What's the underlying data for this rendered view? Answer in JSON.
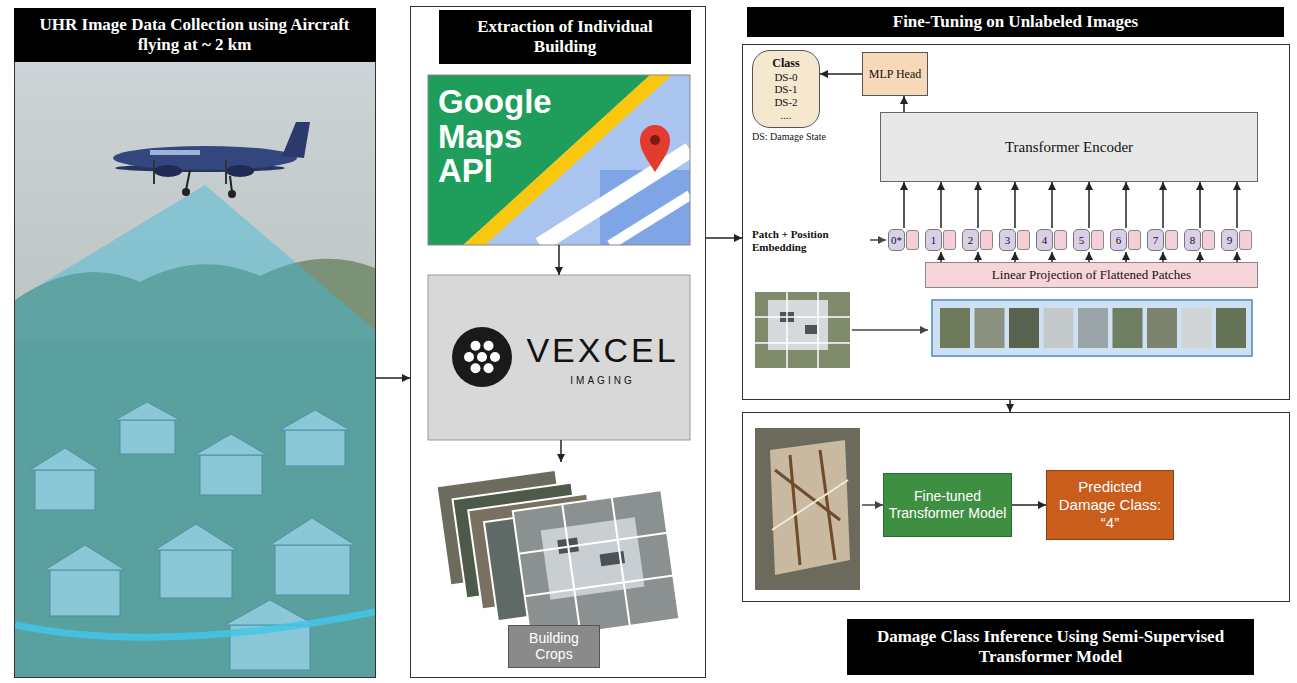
{
  "diagram": {
    "nodes": [
      {
        "text": [
          "UHR Image Data Collection using Aircraft flying at ~ 2 km"
        ]
      },
      {
        "text": [
          "Extraction of Individual Building"
        ]
      },
      {
        "text": [
          "Google Maps API"
        ],
        "in": 1
      },
      {
        "text": [
          "VEXCEL",
          "IMAGING"
        ],
        "in": 1
      },
      {
        "text": [
          "Building Crops"
        ],
        "in": 1
      },
      {
        "text": [
          "Fine-Tuning on Unlabeled Images"
        ]
      },
      {
        "text": [
          "Class",
          "DS-0",
          "DS-1",
          "DS-2",
          "...."
        ],
        "in": 5
      },
      {
        "text": [
          "MLP Head"
        ],
        "in": 5
      },
      {
        "text": [
          "Transformer Encoder"
        ],
        "in": 5
      },
      {
        "text": [
          "0*"
        ],
        "in": 5
      },
      {
        "text": [
          "1"
        ],
        "in": 5
      },
      {
        "text": [
          "2"
        ],
        "in": 5
      },
      {
        "text": [
          "3"
        ],
        "in": 5
      },
      {
        "text": [
          "4"
        ],
        "in": 5
      },
      {
        "text": [
          "5"
        ],
        "in": 5
      },
      {
        "text": [
          "6"
        ],
        "in": 5
      },
      {
        "text": [
          "7"
        ],
        "in": 5
      },
      {
        "text": [
          "8"
        ],
        "in": 5
      },
      {
        "text": [
          "9"
        ],
        "in": 5
      },
      {
        "text": [
          "Linear Projection of Flattened Patches"
        ],
        "in": 5
      },
      {
        "text": [
          "Damage Class Inference Using Semi-Supervised Transformer Model"
        ]
      },
      {
        "text": [
          "Fine-tuned Transformer Model"
        ],
        "in": 20
      },
      {
        "text": [
          "Predicted Damage Class: “4”"
        ],
        "in": 20
      }
    ],
    "edges": [
      {
        "from": 0,
        "to": 1,
        "arrow": "to"
      },
      {
        "from": 1,
        "to": 5,
        "arrow": "to"
      },
      {
        "from": 2,
        "to": 3,
        "arrow": "to"
      },
      {
        "from": 3,
        "to": 4,
        "arrow": "to"
      },
      {
        "from": 8,
        "to": 7,
        "arrow": "to"
      },
      {
        "from": 7,
        "to": 6,
        "arrow": "to"
      },
      {
        "from": 9,
        "to": 8,
        "arrow": "to"
      },
      {
        "from": 10,
        "to": 8,
        "arrow": "to"
      },
      {
        "from": 11,
        "to": 8,
        "arrow": "to"
      },
      {
        "from": 12,
        "to": 8,
        "arrow": "to"
      },
      {
        "from": 13,
        "to": 8,
        "arrow": "to"
      },
      {
        "from": 14,
        "to": 8,
        "arrow": "to"
      },
      {
        "from": 15,
        "to": 8,
        "arrow": "to"
      },
      {
        "from": 16,
        "to": 8,
        "arrow": "to"
      },
      {
        "from": 17,
        "to": 8,
        "arrow": "to"
      },
      {
        "from": 18,
        "to": 8,
        "arrow": "to"
      },
      {
        "from": 19,
        "to": 10,
        "arrow": "to"
      },
      {
        "from": 19,
        "to": 11,
        "arrow": "to"
      },
      {
        "from": 19,
        "to": 12,
        "arrow": "to"
      },
      {
        "from": 19,
        "to": 13,
        "arrow": "to"
      },
      {
        "from": 19,
        "to": 14,
        "arrow": "to"
      },
      {
        "from": 19,
        "to": 15,
        "arrow": "to"
      },
      {
        "from": 19,
        "to": 16,
        "arrow": "to"
      },
      {
        "from": 19,
        "to": 17,
        "arrow": "to"
      },
      {
        "from": 19,
        "to": 18,
        "arrow": "to"
      },
      {
        "from": 5,
        "to": 20,
        "arrow": "to"
      },
      {
        "from": 21,
        "to": 22,
        "arrow": "to"
      }
    ],
    "labels": [
      "DS: Damage State",
      "Patch + Position Embedding"
    ]
  }
}
